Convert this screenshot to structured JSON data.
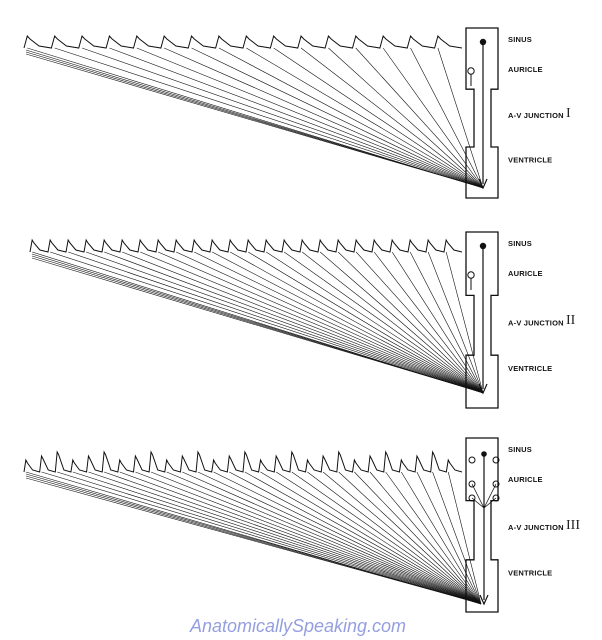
{
  "panels": [
    {
      "numeral": "I",
      "labels": {
        "sinus": "SINUS",
        "auricle": "AURICLE",
        "av": "A-V JUNCTION",
        "ventricle": "VENTRICLE"
      },
      "schematic": "single-pathway"
    },
    {
      "numeral": "II",
      "labels": {
        "sinus": "SINUS",
        "auricle": "AURICLE",
        "av": "A-V JUNCTION",
        "ventricle": "VENTRICLE"
      },
      "schematic": "single-pathway"
    },
    {
      "numeral": "III",
      "labels": {
        "sinus": "SINUS",
        "auricle": "AURICLE",
        "av": "A-V JUNCTION",
        "ventricle": "VENTRICLE"
      },
      "schematic": "branching-pathway"
    }
  ],
  "watermark": "AnatomicallySpeaking.com",
  "colors": {
    "ink": "#111111",
    "watermark": "#3f4fc8",
    "background": "#ffffff"
  }
}
